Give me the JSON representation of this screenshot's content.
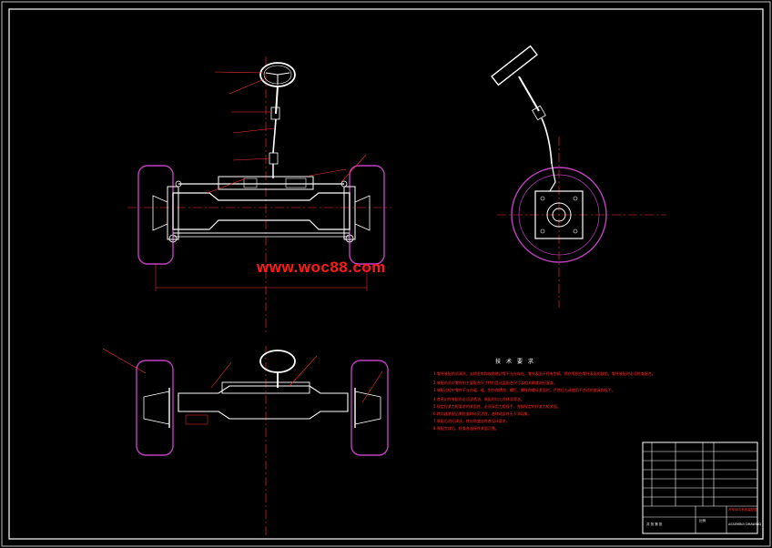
{
  "watermark": "www.woc88.com",
  "tech_requirements": {
    "title": "技 术 要 求",
    "items": [
      "1.零件装配前须清洗，去除毛刺和锐角棱边等不允许存在，零件表面不得有划痕、擦伤等损伤零件表面的缺陷。零件装配时必须检查配合。",
      "2.装配前须对零件的主要配合尺寸特别是过盈配合尺寸及相关精度进行复查。",
      "3.装配过程中零件不允许磕、碰、划伤和锈蚀，螺钉、螺栓和螺母紧固时，严禁打击或使用不合适的旋具和扳手。",
      "4.各密封件装配前必须浸透油，装配时均匀涂抹润滑油。",
      "5.规定拧紧力矩要求的紧固件，必须采用力矩扳手，并按规定的拧紧力矩紧固。",
      "6.转向器装配后需检查转动灵活性，各转动部件无卡滞现象。",
      "7.装配后进行调试，转向角度应符合设计要求。",
      "8.装配完成后，检查各连接件紧固可靠。"
    ]
  },
  "title_block": {
    "drawing_name": "汽车转向系统装配图",
    "org": "ASSEMBLY DRAWING",
    "scale_label": "比例",
    "sheet_label": "共 张 第 张"
  }
}
